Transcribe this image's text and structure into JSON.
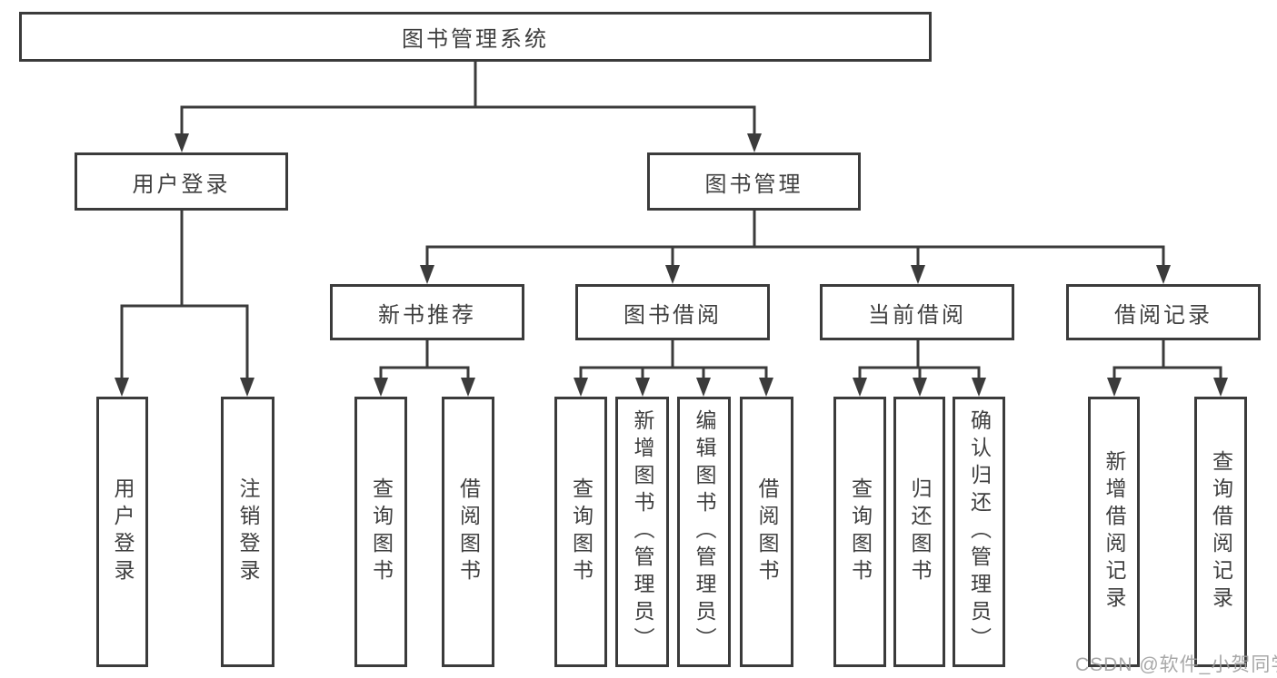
{
  "diagram": {
    "type": "hierarchy-tree",
    "nodes": {
      "root": "图书管理系统",
      "user_login": "用户登录",
      "book_mgmt": "图书管理",
      "new_book_rec": "新书推荐",
      "book_borrow": "图书借阅",
      "current_borrow": "当前借阅",
      "borrow_record": "借阅记录",
      "leaf_user_login": "用户登录",
      "leaf_logout": "注销登录",
      "rec_query_books": "查询图书",
      "rec_borrow_books": "借阅图书",
      "bb_query_books": "查询图书",
      "bb_add_books": "新增图书（管理员）",
      "bb_edit_books": "编辑图书（管理员）",
      "bb_borrow_books": "借阅图书",
      "cb_query_books": "查询图书",
      "cb_return_books": "归还图书",
      "cb_confirm_return": "确认归还（管理员）",
      "br_add_record": "新增借阅记录",
      "br_query_record": "查询借阅记录"
    },
    "edges": [
      [
        "root",
        "user_login"
      ],
      [
        "root",
        "book_mgmt"
      ],
      [
        "user_login",
        "leaf_user_login"
      ],
      [
        "user_login",
        "leaf_logout"
      ],
      [
        "book_mgmt",
        "new_book_rec"
      ],
      [
        "book_mgmt",
        "book_borrow"
      ],
      [
        "book_mgmt",
        "current_borrow"
      ],
      [
        "book_mgmt",
        "borrow_record"
      ],
      [
        "new_book_rec",
        "rec_query_books"
      ],
      [
        "new_book_rec",
        "rec_borrow_books"
      ],
      [
        "book_borrow",
        "bb_query_books"
      ],
      [
        "book_borrow",
        "bb_add_books"
      ],
      [
        "book_borrow",
        "bb_edit_books"
      ],
      [
        "book_borrow",
        "bb_borrow_books"
      ],
      [
        "current_borrow",
        "cb_query_books"
      ],
      [
        "current_borrow",
        "cb_return_books"
      ],
      [
        "current_borrow",
        "cb_confirm_return"
      ],
      [
        "borrow_record",
        "br_add_record"
      ],
      [
        "borrow_record",
        "br_query_record"
      ]
    ]
  },
  "watermark": "CSDN @软件_小贺同学",
  "colors": {
    "line": "#3b3b3b",
    "box_border": "#3b3b3b",
    "box_background": "#ffffff",
    "text": "#3f3f3f",
    "watermark": "#9f9f9f",
    "page_background": "#ffffff"
  }
}
